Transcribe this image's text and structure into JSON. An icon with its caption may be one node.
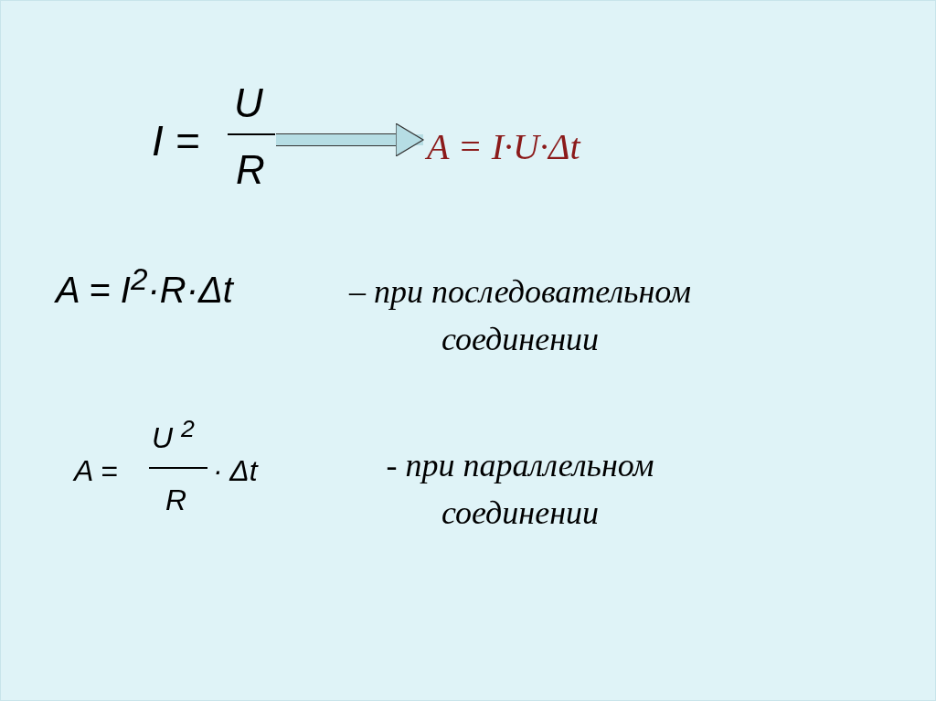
{
  "diagram": {
    "nodes": [
      {
        "text": [
          "I =",
          "U",
          "R"
        ]
      },
      {
        "text": [
          "A = I·U·Δt"
        ]
      }
    ],
    "edges": [
      {
        "from": 0,
        "to": 1,
        "arrow": "to"
      }
    ],
    "labels": [
      "A = I$^{2}$·R·Δt",
      "– при последовательном соединении",
      "A =",
      "U $^{2}$",
      "R",
      "· Δt",
      "- при параллельном соединении"
    ]
  }
}
